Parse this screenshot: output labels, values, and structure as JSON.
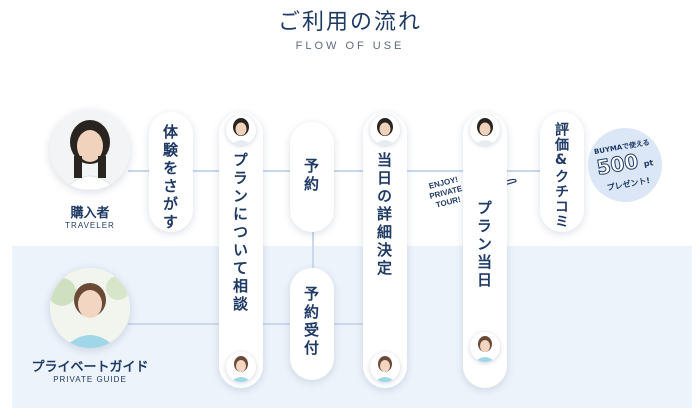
{
  "header": {
    "title": "ご利用の流れ",
    "subtitle": "FLOW OF USE"
  },
  "roles": {
    "traveler": {
      "label": "購入者",
      "sub": "TRAVELER"
    },
    "guide": {
      "label": "プライベートガイド",
      "sub": "PRIVATE GUIDE"
    }
  },
  "steps": {
    "search": "体験をさがす",
    "consult": "プランについて相談",
    "reserve": "予約",
    "reserve_accept": "予約受付",
    "details": "当日の詳細決定",
    "plan_day": "プラン当日",
    "review": "評価&クチコミ"
  },
  "tour_text": {
    "l1": "ENJOY!",
    "l2": "PRIVATE",
    "l3": "TOUR!"
  },
  "badge": {
    "line1": "BUYMAで使える",
    "amount": "500",
    "unit": "pt",
    "line3": "プレゼント!"
  },
  "colors": {
    "navy": "#1f3a64",
    "band": "#edf3fb",
    "line": "#c9d8ee",
    "badge": "#dbe6f6"
  }
}
